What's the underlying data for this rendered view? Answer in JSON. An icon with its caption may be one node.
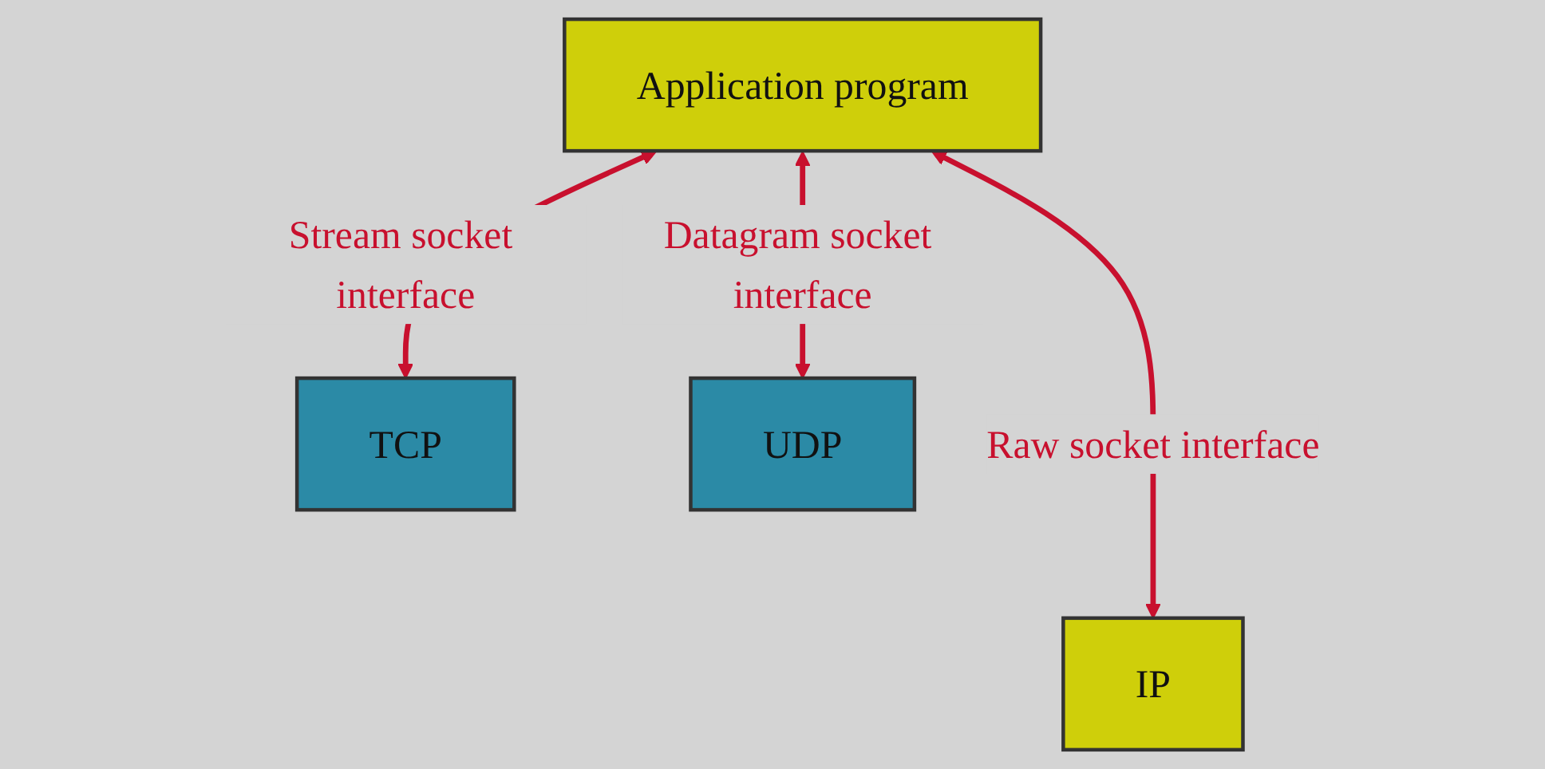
{
  "diagram": {
    "nodes": [
      {
        "text": [
          "Application program"
        ]
      },
      {
        "text": [
          "TCP"
        ]
      },
      {
        "text": [
          "UDP"
        ]
      },
      {
        "text": [
          "IP"
        ]
      }
    ],
    "edges": [
      {
        "from": 0,
        "to": 1,
        "arrow": "both",
        "label": "Stream socket interface"
      },
      {
        "from": 0,
        "to": 2,
        "arrow": "both",
        "label": "Datagram socket interface"
      },
      {
        "from": 0,
        "to": 3,
        "arrow": "both",
        "label": "Raw socket interface"
      }
    ]
  }
}
